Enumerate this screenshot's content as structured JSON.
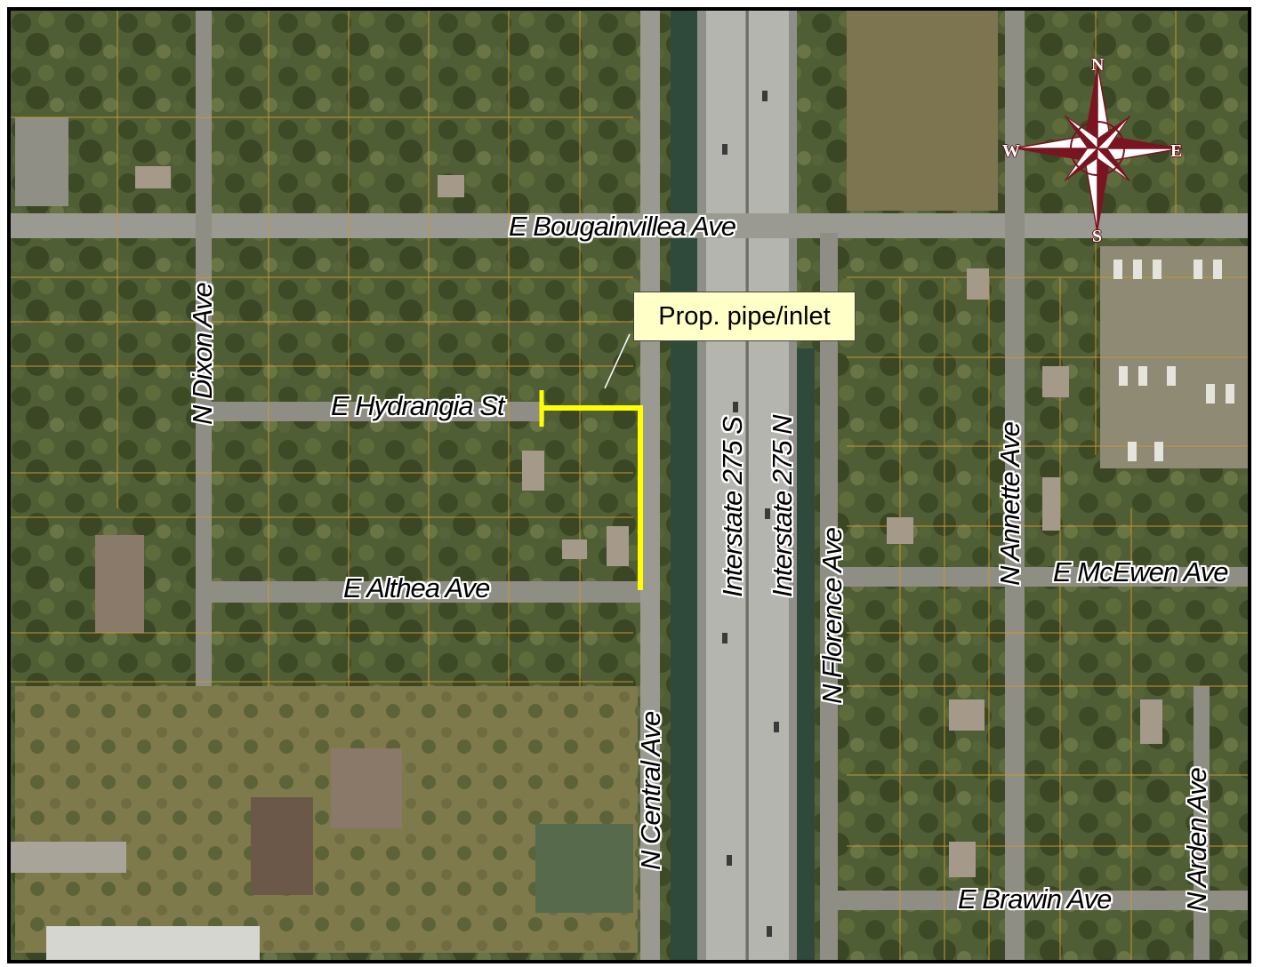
{
  "map": {
    "callout": {
      "text": "Prop. pipe/inlet"
    },
    "streets": {
      "bougainvillea": "E Bougainvillea Ave",
      "hydrangia": "E Hydrangia St",
      "althea": "E Althea Ave",
      "dixon": "N Dixon Ave",
      "central": "N Central Ave",
      "i275s": "Interstate 275 S",
      "i275n": "Interstate 275 N",
      "florence": "N Florence Ave",
      "annette": "N Annette Ave",
      "mcewen": "E McEwen Ave",
      "brawin": "E Brawin Ave",
      "arden": "N Arden Ave"
    },
    "compass": {
      "n": "N",
      "s": "S",
      "e": "E",
      "w": "W"
    },
    "colors": {
      "proposed_pipe": "#ffff00",
      "parcel_lines": "#c89632",
      "compass_rose": "#7a1420"
    }
  }
}
